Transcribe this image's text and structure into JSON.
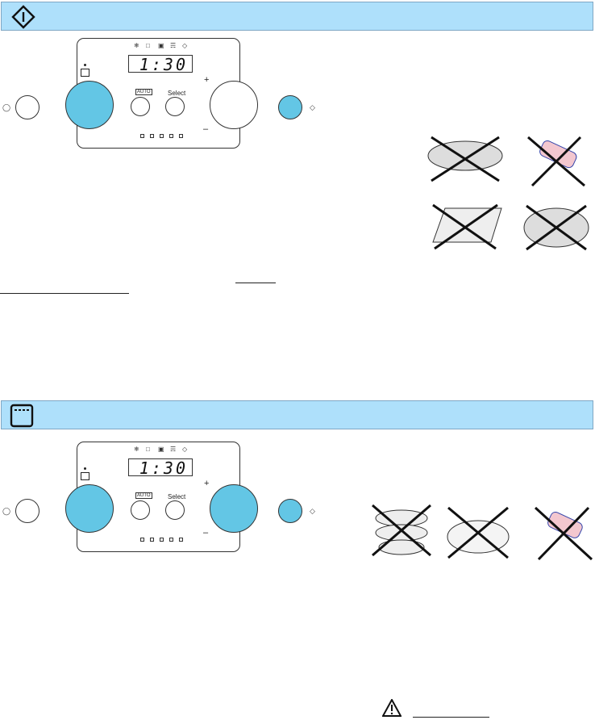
{
  "section1": {
    "banner_icon": "start-diamond-icon",
    "display_time": "1:30",
    "select_label": "Select",
    "plus": "+",
    "minus": "–",
    "auto_label": "AUTO"
  },
  "section2": {
    "banner_icon": "oven-icon",
    "display_time": "1:30",
    "select_label": "Select",
    "plus": "+",
    "minus": "–",
    "auto_label": "AUTO"
  },
  "colors": {
    "banner": "#aee0fb",
    "knob_highlight": "#63c6e5"
  }
}
